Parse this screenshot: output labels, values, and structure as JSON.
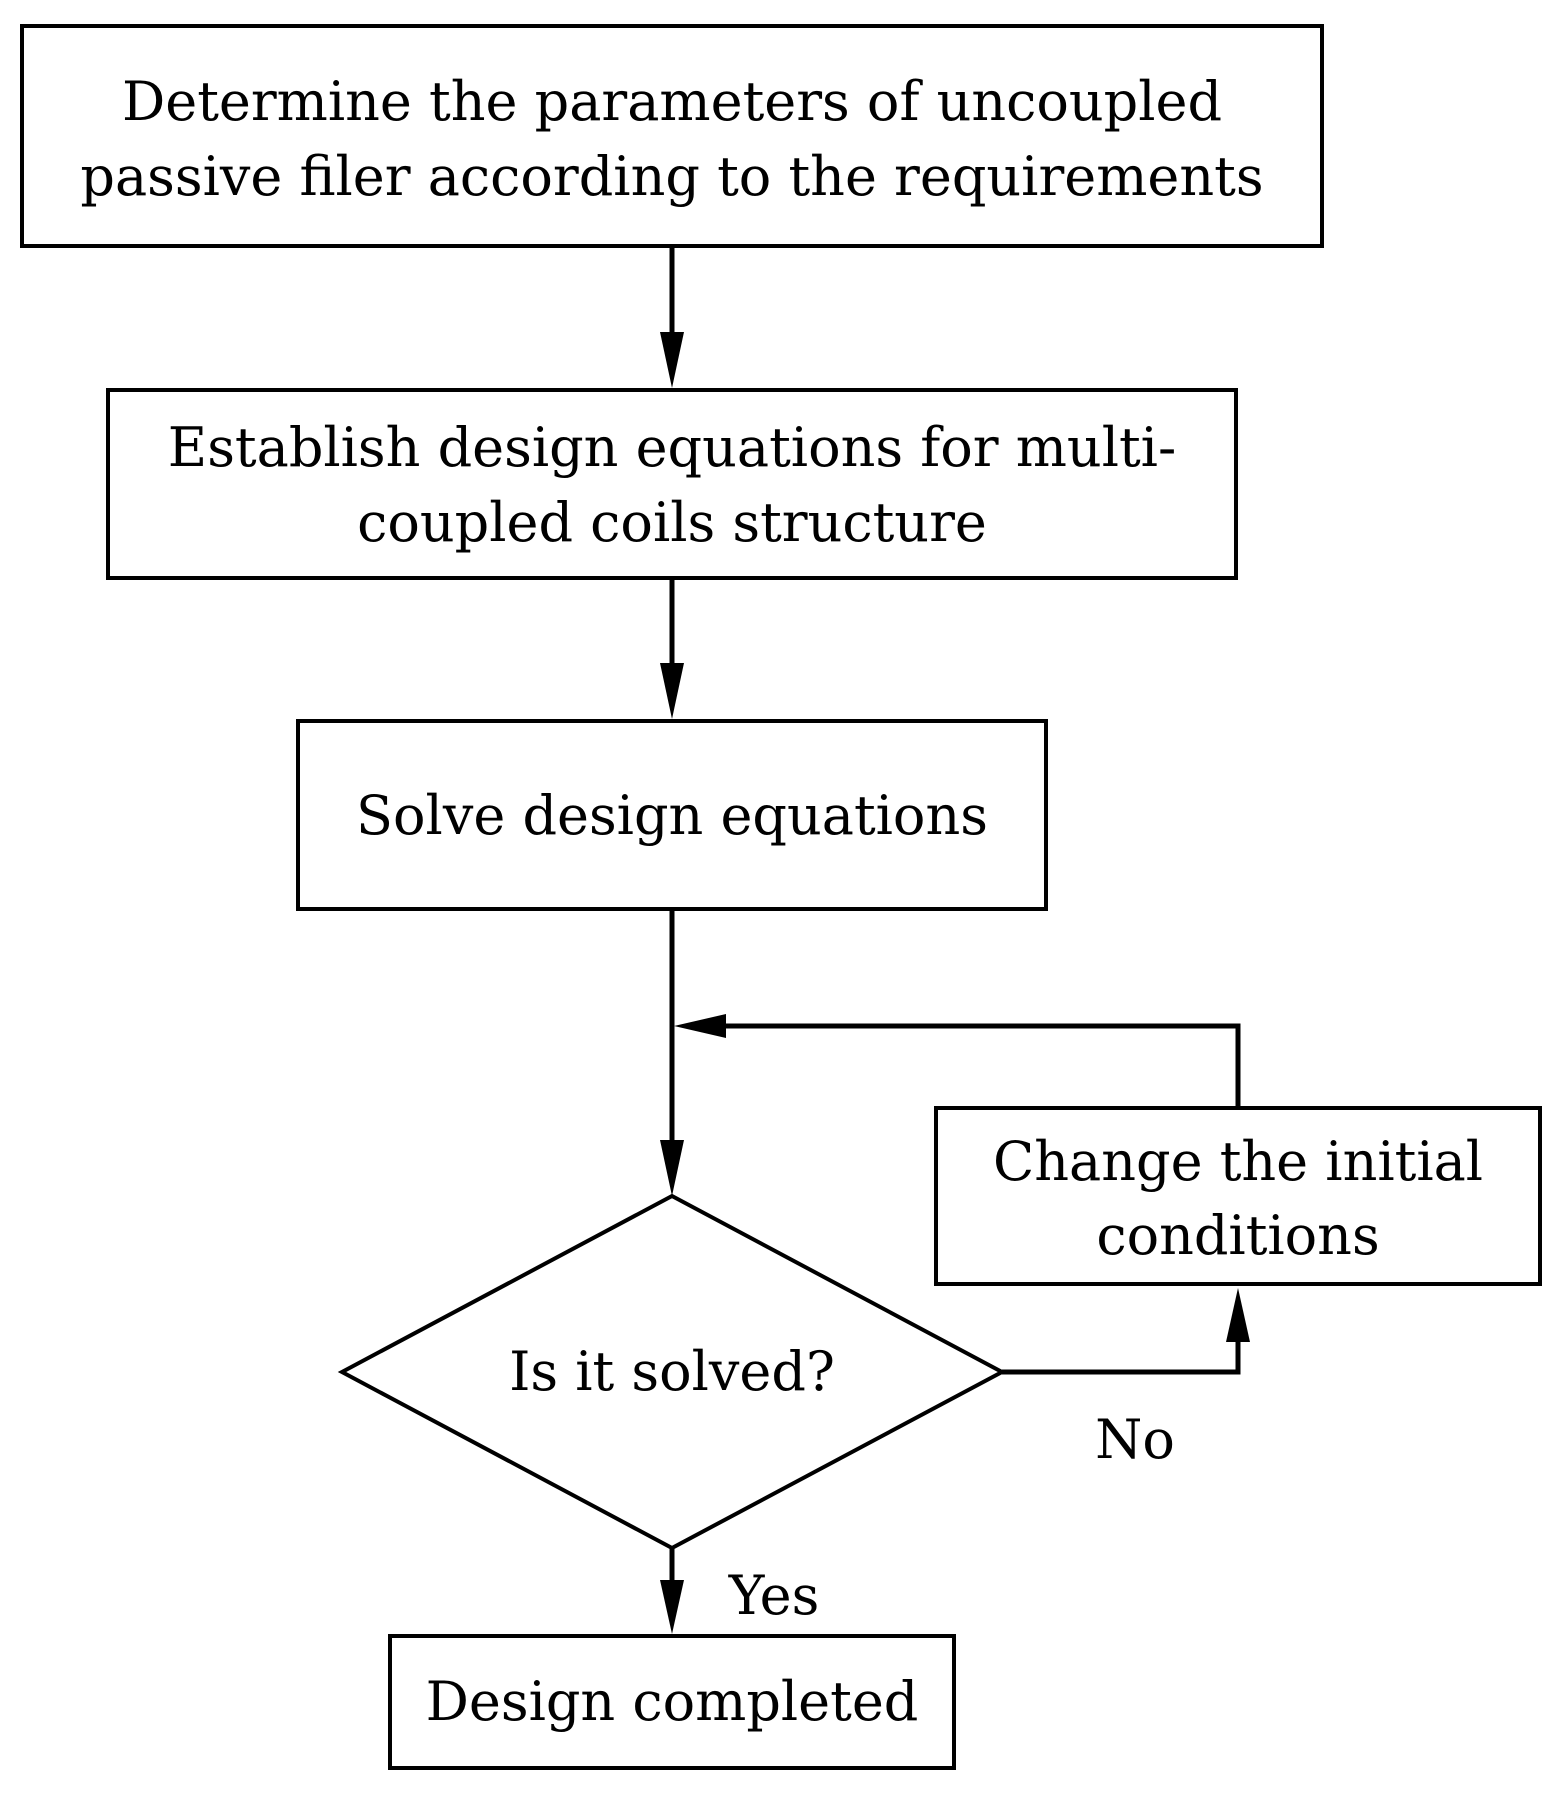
{
  "diagram": {
    "nodes": {
      "determine": {
        "line1": "Determine the parameters of uncoupled",
        "line2": "passive filer according to the requirements"
      },
      "establish": {
        "line1": "Establish design equations for multi-",
        "line2": "coupled coils structure"
      },
      "solve": {
        "label": "Solve design equations"
      },
      "decision": {
        "label": "Is it solved?"
      },
      "change": {
        "line1": "Change the initial",
        "line2": "conditions"
      },
      "completed": {
        "label": "Design completed"
      }
    },
    "edges": {
      "no_label": "No",
      "yes_label": "Yes"
    },
    "colors": {
      "stroke": "#000000",
      "background": "#ffffff"
    }
  }
}
